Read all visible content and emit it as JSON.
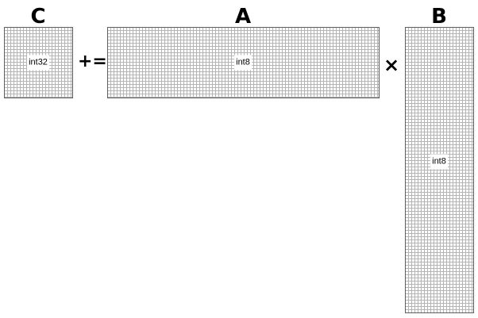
{
  "matrices": {
    "c": {
      "title": "C",
      "dtype": "int32"
    },
    "a": {
      "title": "A",
      "dtype": "int8"
    },
    "b": {
      "title": "B",
      "dtype": "int8"
    }
  },
  "operators": {
    "accumulate": "+=",
    "multiply": "×"
  },
  "colors": {
    "text": "#000000",
    "grid_line": "#b4b4b4",
    "grid_border": "#5f5f5f",
    "background": "#ffffff"
  }
}
